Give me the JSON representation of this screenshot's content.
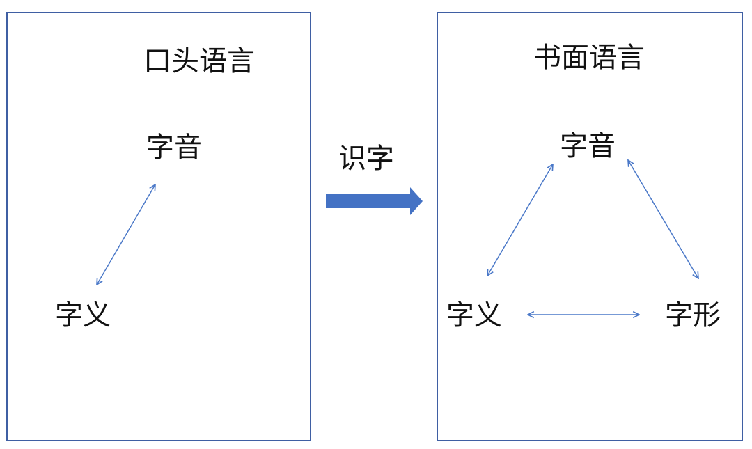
{
  "left_panel": {
    "title": "口头语言",
    "sound": "字音",
    "meaning": "字义"
  },
  "transition": {
    "label": "识字"
  },
  "right_panel": {
    "title": "书面语言",
    "sound": "字音",
    "meaning": "字义",
    "form": "字形"
  },
  "colors": {
    "border": "#3f5fa3",
    "thin_arrow": "#4a78c8",
    "block_arrow": "#4472c4"
  }
}
